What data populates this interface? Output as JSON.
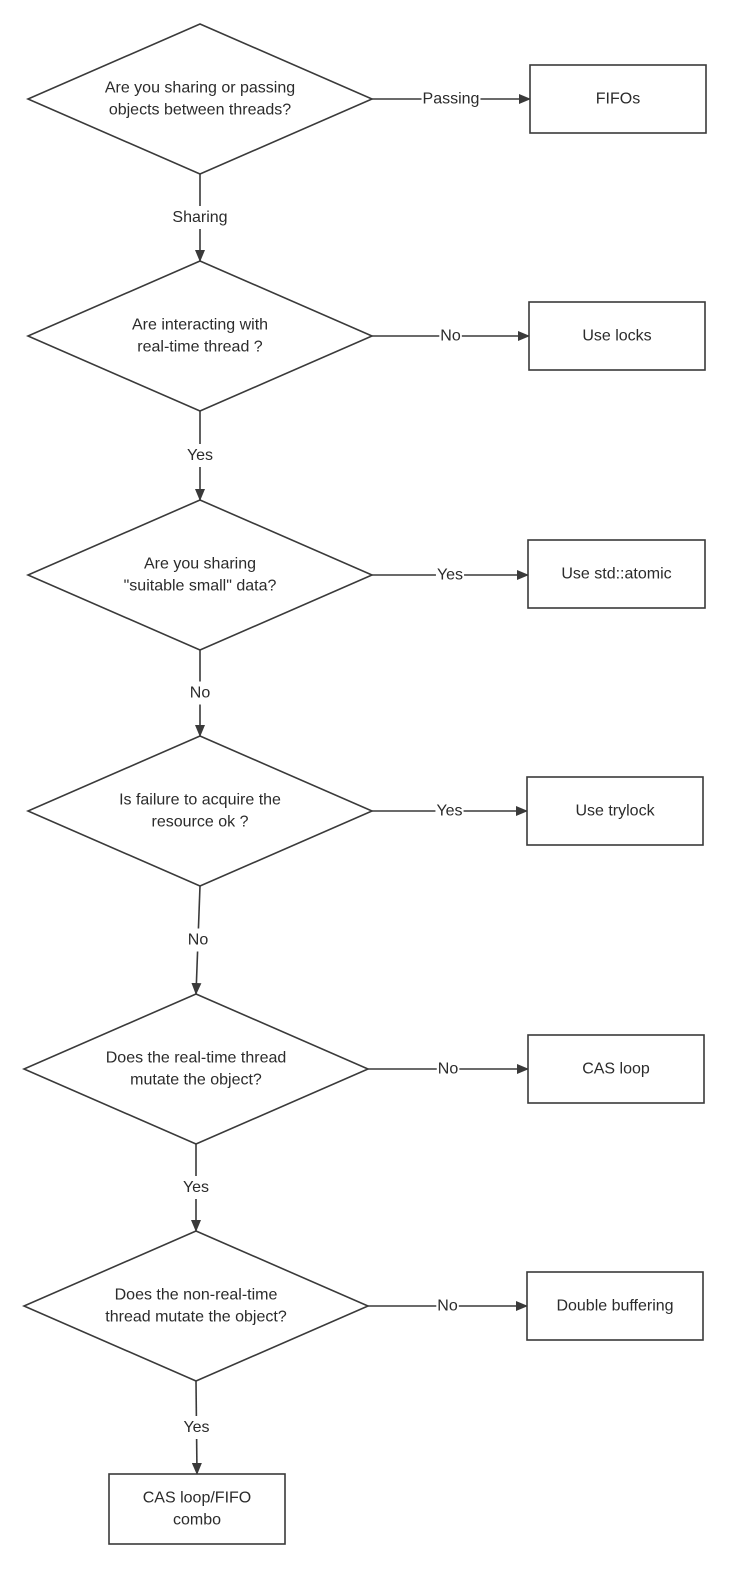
{
  "decisions": [
    {
      "id": "q1",
      "lines": [
        "Are you sharing or passing",
        "objects between threads?"
      ]
    },
    {
      "id": "q2",
      "lines": [
        "Are interacting with",
        "real-time thread ?"
      ]
    },
    {
      "id": "q3",
      "lines": [
        "Are you sharing",
        "\"suitable small\" data?"
      ]
    },
    {
      "id": "q4",
      "lines": [
        "Is failure to acquire the",
        "resource ok  ?"
      ]
    },
    {
      "id": "q5",
      "lines": [
        "Does the real-time thread",
        "mutate the object?"
      ]
    },
    {
      "id": "q6",
      "lines": [
        "Does the non-real-time",
        "thread mutate the object?"
      ]
    }
  ],
  "outcomes": [
    {
      "id": "fifos",
      "lines": [
        "FIFOs"
      ]
    },
    {
      "id": "use-locks",
      "lines": [
        "Use locks"
      ]
    },
    {
      "id": "use-std-atomic",
      "lines": [
        "Use std::atomic"
      ]
    },
    {
      "id": "use-trylock",
      "lines": [
        "Use trylock"
      ]
    },
    {
      "id": "cas-loop",
      "lines": [
        "CAS loop"
      ]
    },
    {
      "id": "double-buffering",
      "lines": [
        "Double buffering"
      ]
    },
    {
      "id": "cas-loop-fifo-combo",
      "lines": [
        "CAS loop/FIFO",
        "combo"
      ]
    }
  ],
  "edges": [
    {
      "from": "q1",
      "to": "fifos",
      "label": "Passing"
    },
    {
      "from": "q1",
      "to": "q2",
      "label": "Sharing"
    },
    {
      "from": "q2",
      "to": "use-locks",
      "label": "No"
    },
    {
      "from": "q2",
      "to": "q3",
      "label": "Yes"
    },
    {
      "from": "q3",
      "to": "use-std-atomic",
      "label": "Yes"
    },
    {
      "from": "q3",
      "to": "q4",
      "label": "No"
    },
    {
      "from": "q4",
      "to": "use-trylock",
      "label": "Yes"
    },
    {
      "from": "q4",
      "to": "q5",
      "label": "No"
    },
    {
      "from": "q5",
      "to": "cas-loop",
      "label": "No"
    },
    {
      "from": "q5",
      "to": "q6",
      "label": "Yes"
    },
    {
      "from": "q6",
      "to": "double-buffering",
      "label": "No"
    },
    {
      "from": "q6",
      "to": "cas-loop-fifo-combo",
      "label": "Yes"
    }
  ],
  "colors": {
    "stroke": "#3a3a3a",
    "text": "#2b2b2b",
    "background": "#ffffff"
  }
}
